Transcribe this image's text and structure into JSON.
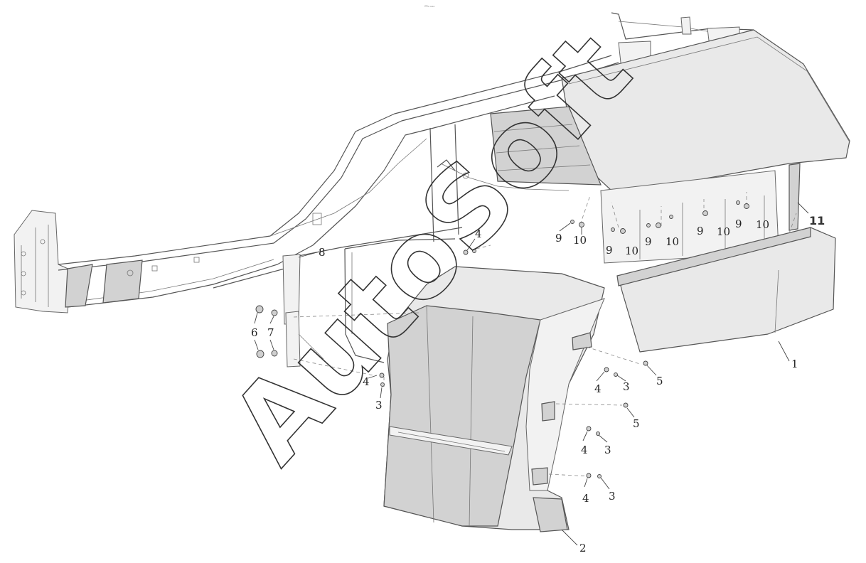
{
  "top_mark": "▭ₙ ₙₒₒ",
  "watermark": "AutoSoft",
  "callouts": {
    "c1": "1",
    "c2": "2",
    "c3a": "3",
    "c3b": "3",
    "c3c": "3",
    "c3d": "3",
    "c4a": "4",
    "c4b": "4",
    "c4c": "4",
    "c4d": "4",
    "c4e": "4",
    "c5a": "5",
    "c5b": "5",
    "c6": "6",
    "c7": "7",
    "c8": "8",
    "c9a": "9",
    "c9b": "9",
    "c9c": "9",
    "c9d": "9",
    "c9e": "9",
    "c10a": "10",
    "c10b": "10",
    "c10c": "10",
    "c10d": "10",
    "c10e": "10",
    "c11": "11"
  }
}
